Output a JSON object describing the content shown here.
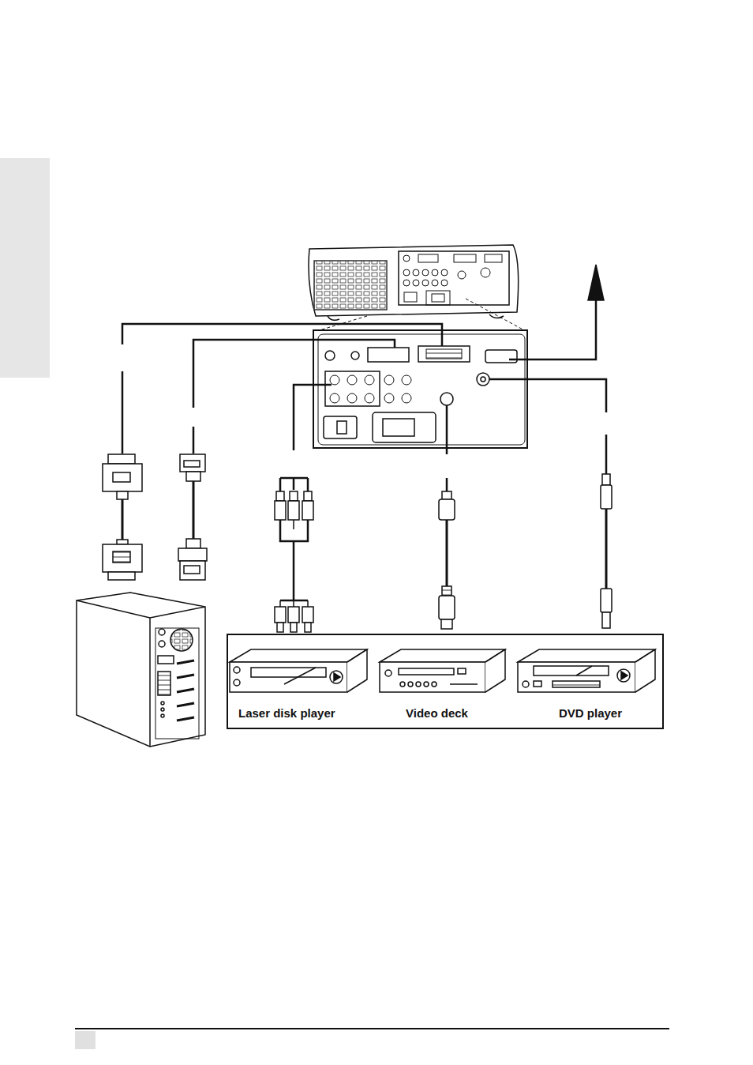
{
  "diagram": {
    "labels": [
      "Laser disk player",
      "Video deck",
      "DVD player"
    ]
  }
}
